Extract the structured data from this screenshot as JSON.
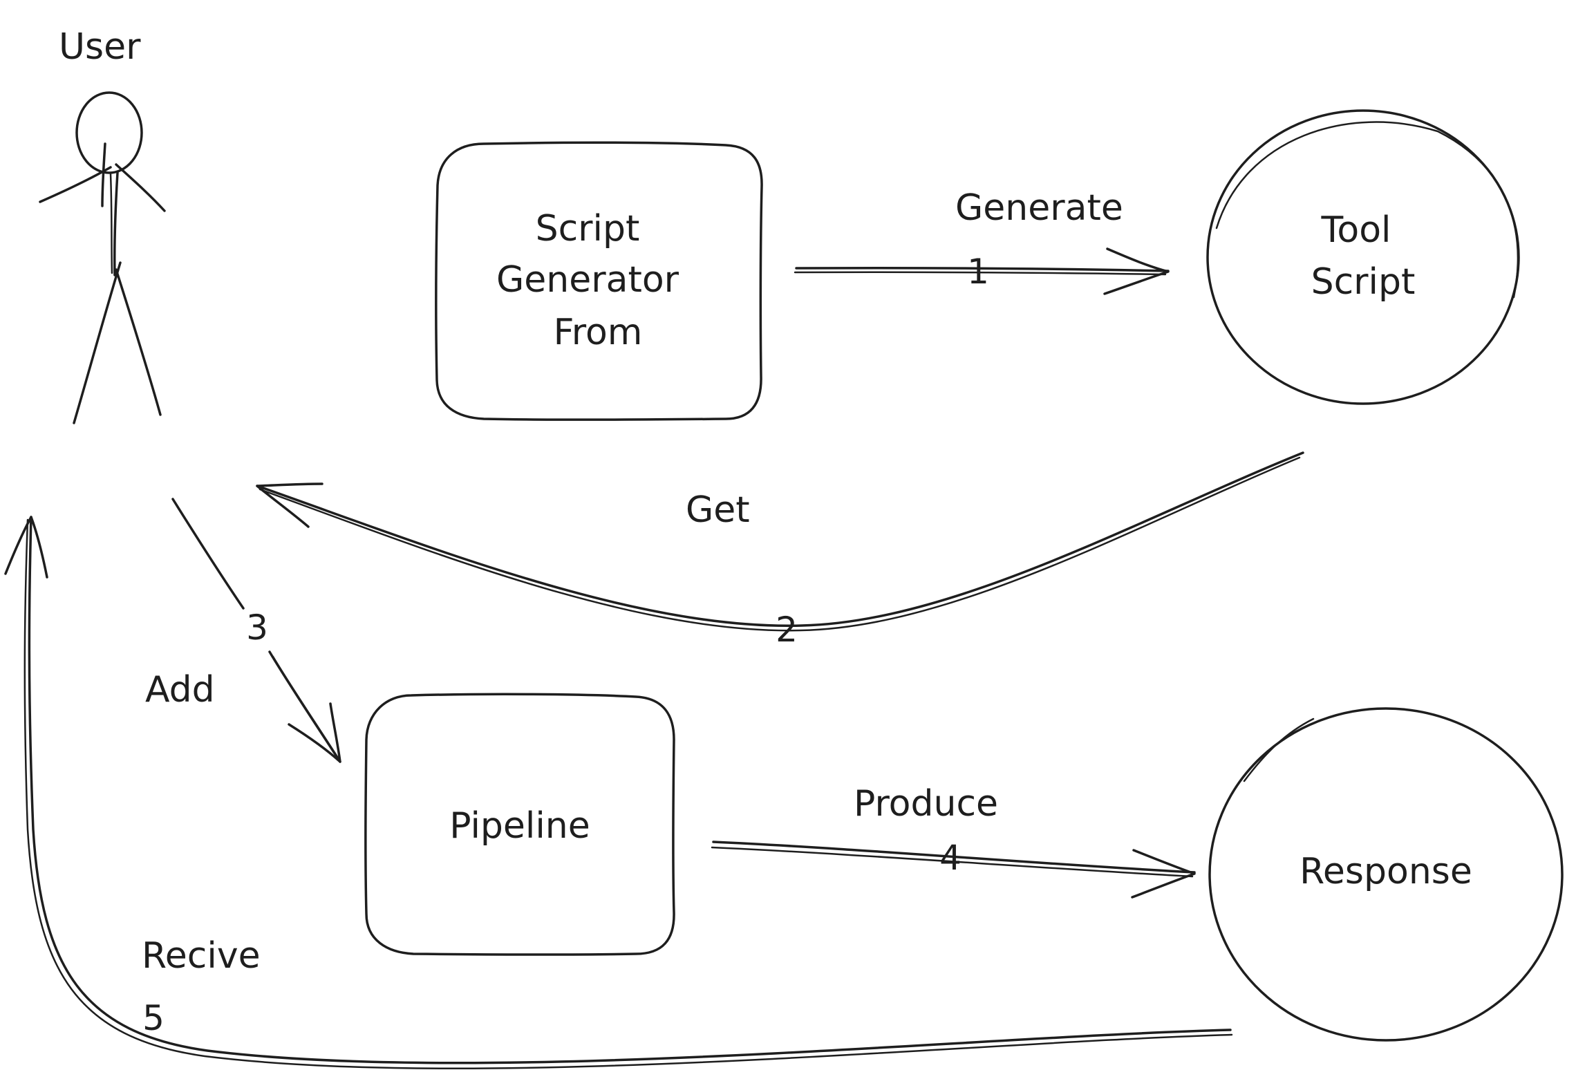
{
  "actor": {
    "label": "User"
  },
  "nodes": {
    "script_generator": {
      "lines": [
        "Script",
        "Generator",
        "From"
      ],
      "fill": "#ffc9c9",
      "hatch": "#f08c8c"
    },
    "tool_script": {
      "lines": [
        "Tool",
        "Script"
      ],
      "fill": "#b2f2bb",
      "hatch": "#69db7c"
    },
    "pipeline": {
      "lines": [
        "Pipeline"
      ],
      "fill": "#ffc9c9",
      "hatch": "#f08c8c"
    },
    "response": {
      "lines": [
        "Response"
      ],
      "fill": "#b2f2bb",
      "hatch": "#69db7c"
    }
  },
  "edges": [
    {
      "label": "Generate",
      "step": "1"
    },
    {
      "label": "Get",
      "step": "2"
    },
    {
      "label": "Add",
      "step": "3"
    },
    {
      "label": "Produce",
      "step": "4"
    },
    {
      "label": "Recive",
      "step": "5"
    }
  ]
}
